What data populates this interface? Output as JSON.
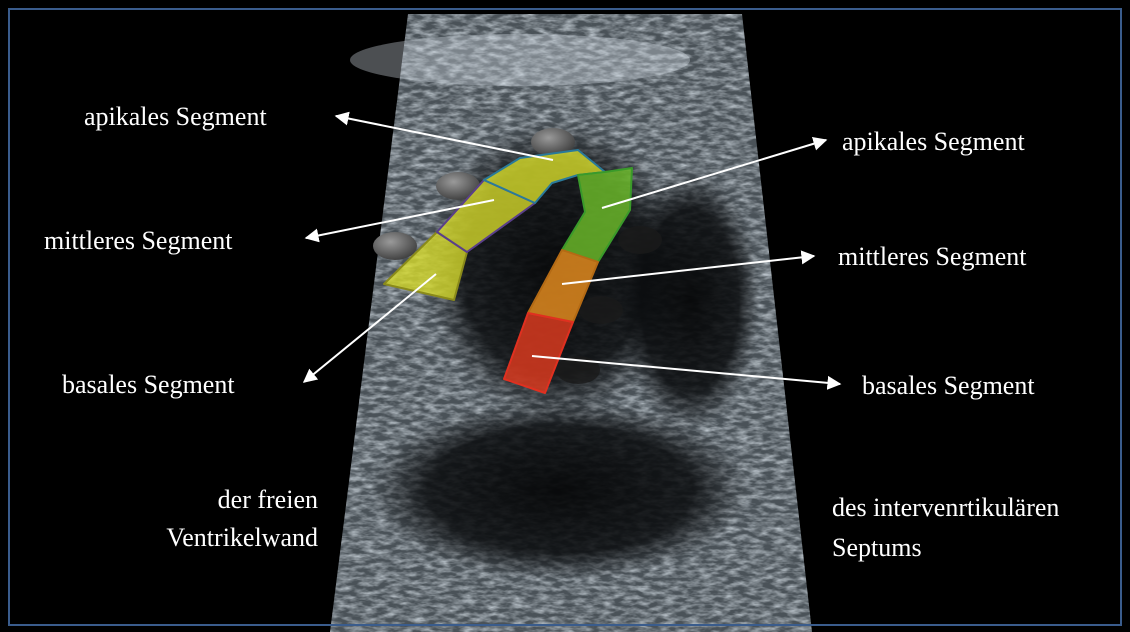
{
  "labels": {
    "left_apical": "apikales Segment",
    "left_mid": "mittleres Segment",
    "left_basal": "basales Segment",
    "right_apical": "apikales Segment",
    "right_mid": "mittleres Segment",
    "right_basal": "basales Segment",
    "free_wall_line1": "der freien",
    "free_wall_line2": "Ventrikelwand",
    "septum_line1": "des intervenrtikulären",
    "septum_line2": "Septums"
  },
  "colors": {
    "background": "#000000",
    "border": "#3a5c8c",
    "segment_apical_left": "#d8dd2a",
    "segment_mid_left": "#d8dd2a",
    "segment_basal_left": "#d8dd2a",
    "segment_apical_right": "#6fc02a",
    "segment_mid_right": "#e08a1e",
    "segment_basal_right": "#d83a1e",
    "arrows": "#ffffff"
  }
}
